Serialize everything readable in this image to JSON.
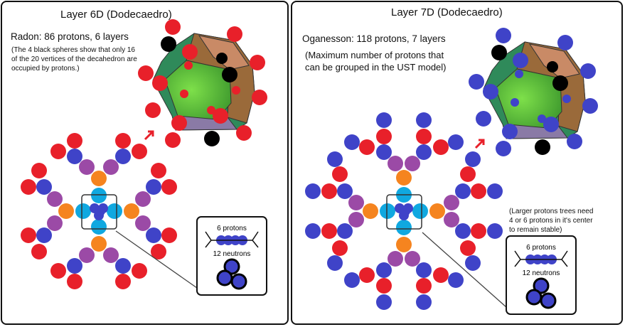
{
  "colors": {
    "proton_red": "#e8202a",
    "proton_blue": "#3f43c8",
    "purple": "#9b4aa6",
    "orange": "#f5841f",
    "cyan": "#10a8e0",
    "black": "#000000"
  },
  "left": {
    "title": "Layer  6D (Dodecaedro)",
    "element": "Radon:  86 protons, 6 layers",
    "note_lines": [
      "(The 4 black spheres show that only 16",
      "of the 20 vertices of the decahedron are",
      "occupied by protons.)"
    ],
    "inset": {
      "protons": "6 protons",
      "neutrons": "12 neutrons"
    },
    "outer_color": "#e8202a"
  },
  "right": {
    "title": "Layer  7D (Dodecaedro)",
    "element": "Oganesson: 118 protons, 7 layers",
    "note_lines": [
      "(Maximum number of protons that",
      "can be grouped in the UST model)"
    ],
    "stability_note": [
      "(Larger protons trees need",
      "4 or 6 protons in it's center",
      "to remain stable)"
    ],
    "inset": {
      "protons": "6 protons",
      "neutrons": "12 neutrons"
    },
    "outer_color": "#3f43c8"
  }
}
